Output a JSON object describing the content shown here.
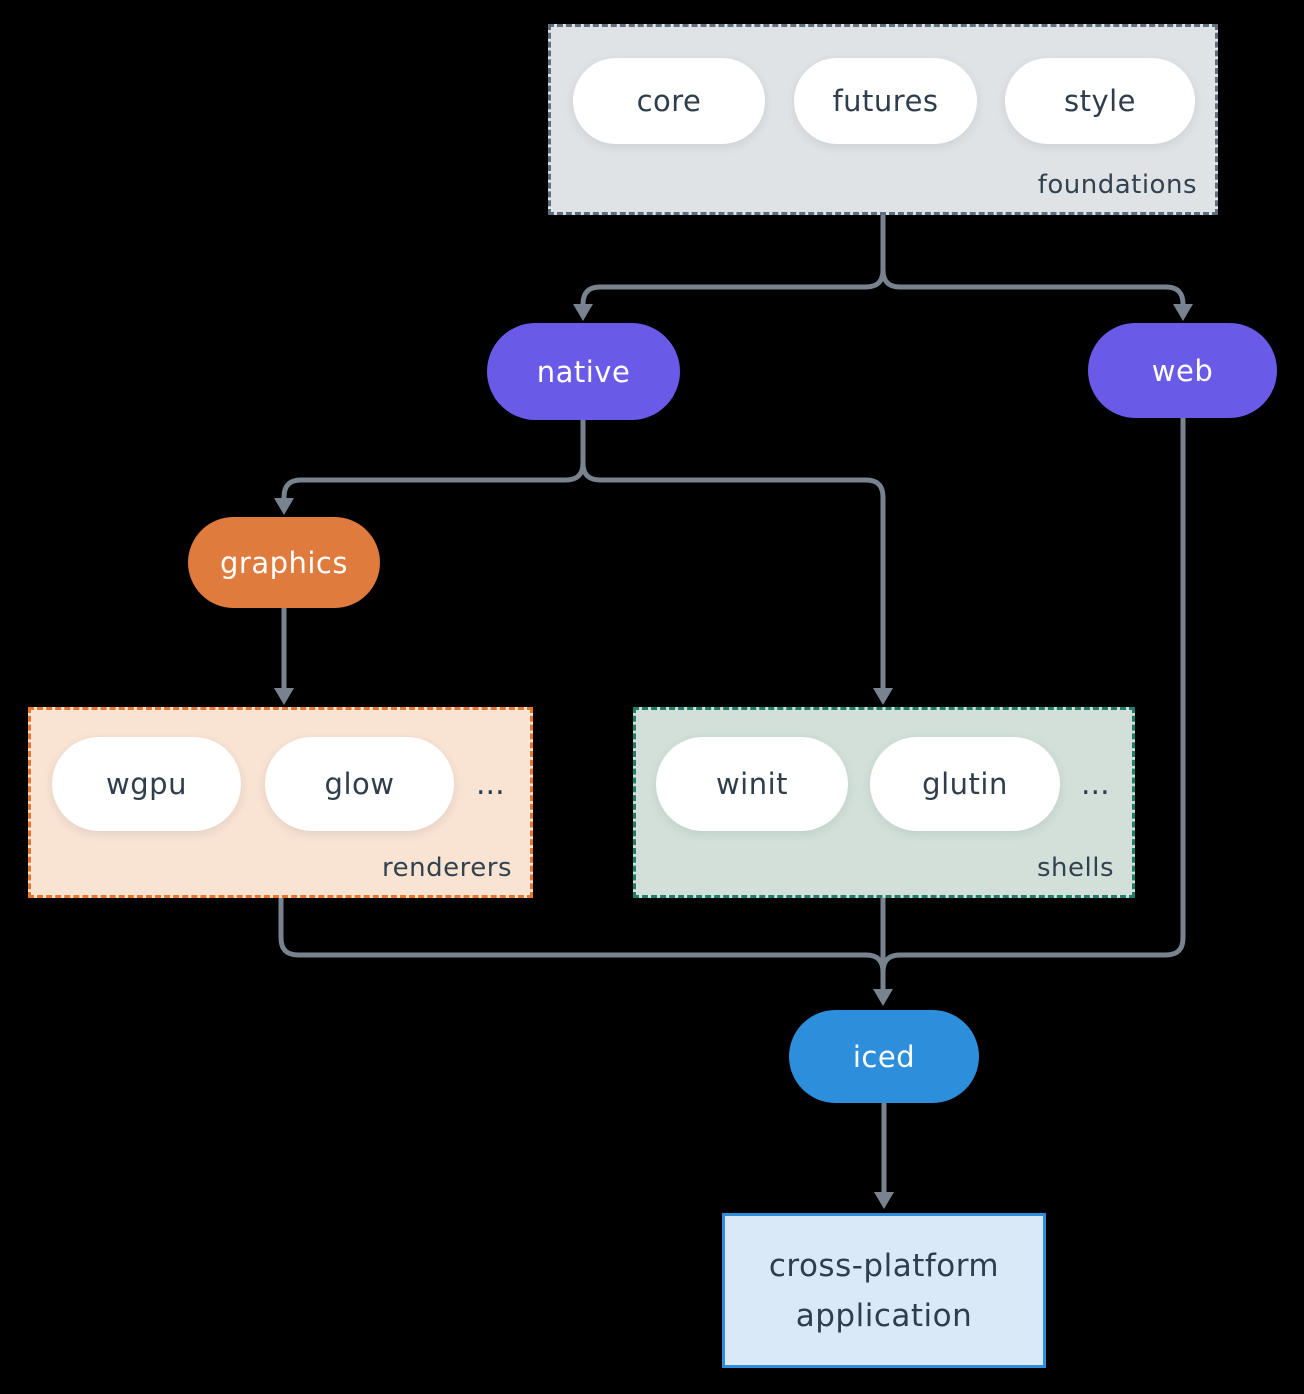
{
  "colors": {
    "background": "#000000",
    "connector": "#78838f",
    "purple_pill": "#6a5ae8",
    "orange_pill": "#e07b3e",
    "blue_pill": "#2d8edb",
    "white_pill": "#ffffff",
    "foundations_fill": "#dfe3e6",
    "foundations_border": "#5d6f81",
    "renderers_fill": "#f9e3d3",
    "renderers_border": "#e9772b",
    "shells_fill": "#d3e0da",
    "shells_border": "#1f7f6b",
    "app_fill": "#d9e9f8",
    "app_border": "#2d8edb",
    "dark_text": "#2f3e4d"
  },
  "diagram": {
    "foundations": {
      "label": "foundations",
      "pills": [
        "core",
        "futures",
        "style"
      ]
    },
    "native": {
      "label": "native"
    },
    "web": {
      "label": "web"
    },
    "graphics": {
      "label": "graphics"
    },
    "renderers": {
      "label": "renderers",
      "pills": [
        "wgpu",
        "glow"
      ],
      "ellipsis": "..."
    },
    "shells": {
      "label": "shells",
      "pills": [
        "winit",
        "glutin"
      ],
      "ellipsis": "..."
    },
    "iced": {
      "label": "iced"
    },
    "application": {
      "line1": "cross-platform",
      "line2": "application"
    }
  }
}
